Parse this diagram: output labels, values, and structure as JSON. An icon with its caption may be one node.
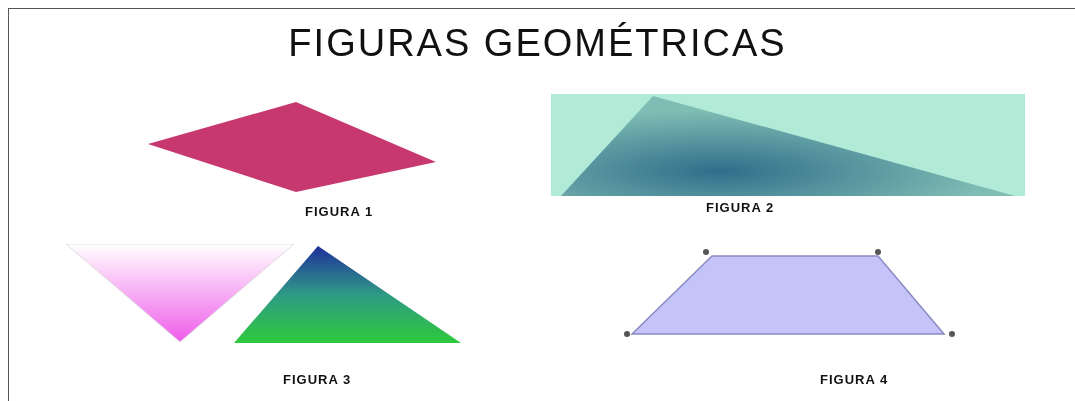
{
  "diagram": {
    "title": "FIGURAS GEOMÉTRICAS",
    "labels": [
      "FIGURA 1",
      "FIGURA 2",
      "FIGURA 3",
      "FIGURA 4"
    ]
  }
}
